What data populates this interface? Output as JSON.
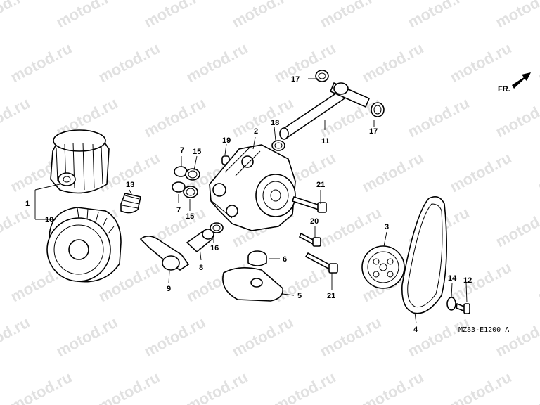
{
  "watermark": "motod.ru",
  "direction_label": "FR.",
  "diagram_code": "MZ83-E1200 A",
  "callouts": {
    "c1": "1",
    "c2": "2",
    "c3": "3",
    "c4": "4",
    "c5": "5",
    "c6": "6",
    "c7a": "7",
    "c7b": "7",
    "c8": "8",
    "c9": "9",
    "c10": "10",
    "c11": "11",
    "c12": "12",
    "c13": "13",
    "c14": "14",
    "c15a": "15",
    "c15b": "15",
    "c16": "16",
    "c17a": "17",
    "c17b": "17",
    "c18": "18",
    "c19": "19",
    "c20": "20",
    "c21a": "21",
    "c21b": "21"
  }
}
